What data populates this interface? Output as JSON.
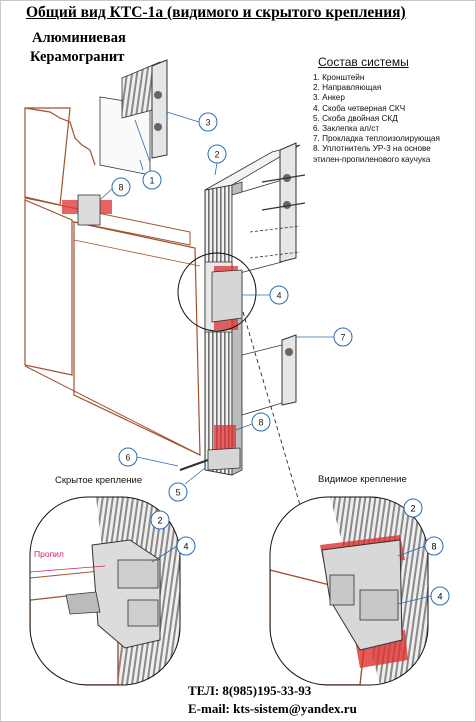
{
  "title": "Общий вид КТС-1а (видимого и скрытого крепления)",
  "subtitle_line1": "Алюминиевая",
  "subtitle_line2": "Керамогранит",
  "legend": {
    "title": "Состав системы",
    "items": [
      "1. Кронштейн",
      "2. Направляющая",
      "3. Анкер",
      "4. Скоба четверная СКЧ",
      "5. Скоба двойная СКД",
      "6. Заклепка ал/ст",
      "7. Прокладка теплоизолирующая",
      "8. Уплотнитель УР-3 на основе",
      "этилен-пропиленового каучука"
    ]
  },
  "captions": {
    "hidden": "Скрытое крепление",
    "visible": "Видимое крепление",
    "cut": "Пропил"
  },
  "callouts": [
    "1",
    "2",
    "3",
    "4",
    "5",
    "6",
    "7",
    "8"
  ],
  "contacts": {
    "phone": "ТЕЛ: 8(985)195-33-93",
    "email": "E-mail: kts-sistem@yandex.ru"
  },
  "colors": {
    "panel": "#a0522d",
    "callout": "#2b6cb0",
    "gasket": "#e03030",
    "guide": "#6b6b6b"
  }
}
